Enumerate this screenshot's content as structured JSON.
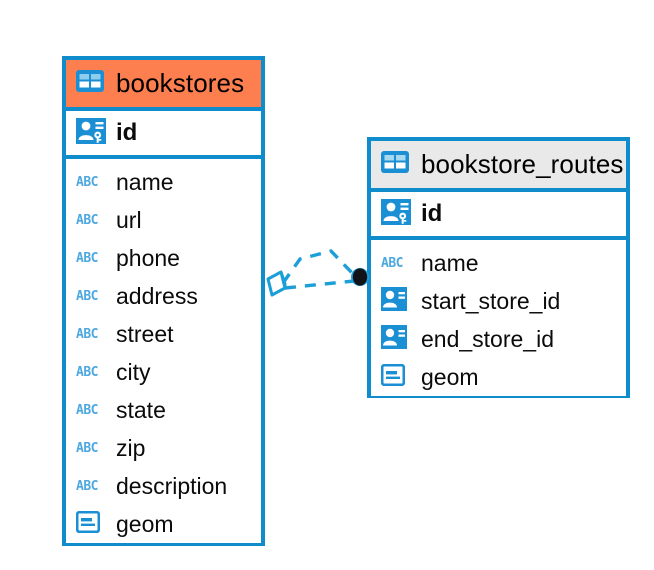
{
  "diagram": {
    "type": "entity-relationship-diagram",
    "background_color": "#ffffff",
    "accent_color": "#0e8ccc",
    "highlight_color": "#fd7f4f",
    "neutral_header_color": "#e9e9e9"
  },
  "entities": [
    {
      "id": "bookstores",
      "name": "bookstores",
      "header_style": "orange",
      "header_icon": "table-icon",
      "primary_key": {
        "label": "id",
        "icon": "primary-key-icon"
      },
      "fields": [
        {
          "label": "name",
          "icon": "abc-icon",
          "icon_text": "ABC"
        },
        {
          "label": "url",
          "icon": "abc-icon",
          "icon_text": "ABC"
        },
        {
          "label": "phone",
          "icon": "abc-icon",
          "icon_text": "ABC"
        },
        {
          "label": "address",
          "icon": "abc-icon",
          "icon_text": "ABC"
        },
        {
          "label": "street",
          "icon": "abc-icon",
          "icon_text": "ABC"
        },
        {
          "label": "city",
          "icon": "abc-icon",
          "icon_text": "ABC"
        },
        {
          "label": "state",
          "icon": "abc-icon",
          "icon_text": "ABC"
        },
        {
          "label": "zip",
          "icon": "abc-icon",
          "icon_text": "ABC"
        },
        {
          "label": "description",
          "icon": "abc-icon",
          "icon_text": "ABC"
        },
        {
          "label": "geom",
          "icon": "geometry-icon",
          "icon_text": ""
        }
      ]
    },
    {
      "id": "bookstore_routes",
      "name": "bookstore_routes",
      "header_style": "gray",
      "header_icon": "table-icon",
      "primary_key": {
        "label": "id",
        "icon": "primary-key-icon"
      },
      "fields": [
        {
          "label": "name",
          "icon": "abc-icon",
          "icon_text": "ABC"
        },
        {
          "label": "start_store_id",
          "icon": "foreign-key-icon",
          "icon_text": ""
        },
        {
          "label": "end_store_id",
          "icon": "foreign-key-icon",
          "icon_text": ""
        },
        {
          "label": "geom",
          "icon": "geometry-icon",
          "icon_text": ""
        }
      ]
    }
  ],
  "relationships": [
    {
      "id": "rel-start-store",
      "from_entity": "bookstores",
      "to_entity": "bookstore_routes",
      "line_style": "dashed",
      "source_marker": "diamond-cube",
      "target_marker": "filled-circle",
      "path": "arc"
    },
    {
      "id": "rel-end-store",
      "from_entity": "bookstores",
      "to_entity": "bookstore_routes",
      "line_style": "dashed",
      "source_marker": "diamond-cube",
      "target_marker": "filled-circle",
      "path": "straight"
    }
  ]
}
